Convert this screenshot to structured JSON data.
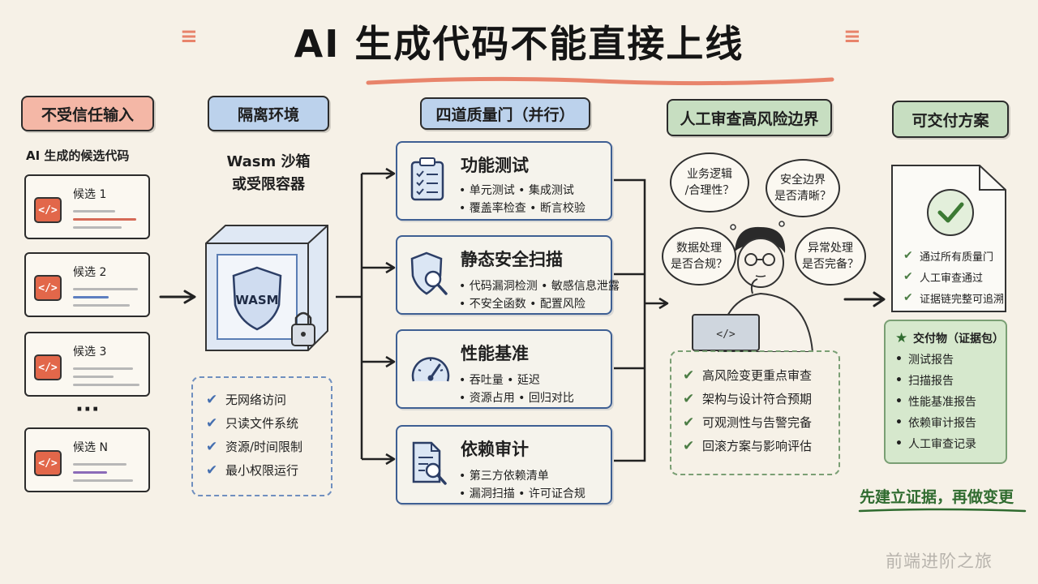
{
  "title": "AI 生成代码不能直接上线",
  "columns": {
    "untrusted": {
      "header": "不受信任输入",
      "subtitle": "AI 生成的候选代码",
      "candidates": [
        "候选 1",
        "候选 2",
        "候选 3",
        "候选 N"
      ],
      "ellipsis": "···",
      "icon_text": "</>"
    },
    "isolation": {
      "header": "隔离环境",
      "line1": "Wasm 沙箱",
      "line2": "或受限容器",
      "shield_text": "WASM",
      "rules": [
        "无网络访问",
        "只读文件系统",
        "资源/时间限制",
        "最小权限运行"
      ]
    },
    "gates": {
      "header": "四道质量门（并行）",
      "items": [
        {
          "title": "功能测试",
          "line1": "• 单元测试   • 集成测试",
          "line2": "• 覆盖率检查 • 断言校验",
          "icon": "clipboard-checklist-icon"
        },
        {
          "title": "静态安全扫描",
          "line1": "• 代码漏洞检测 • 敏感信息泄露",
          "line2": "• 不安全函数   • 配置风险",
          "icon": "shield-magnifier-icon"
        },
        {
          "title": "性能基准",
          "line1": "• 吞吐量     • 延迟",
          "line2": "• 资源占用   • 回归对比",
          "icon": "speedometer-icon"
        },
        {
          "title": "依赖审计",
          "line1": "• 第三方依赖清单",
          "line2": "• 漏洞扫描  • 许可证合规",
          "icon": "document-magnifier-icon"
        }
      ]
    },
    "review": {
      "header": "人工审查高风险边界",
      "bubbles": [
        "业务逻辑\n/合理性？",
        "安全边界\n是否清晰？",
        "数据处理\n是否合规？",
        "异常处理\n是否完备？"
      ],
      "laptop_text": "</>",
      "checks": [
        "高风险变更重点审查",
        "架构与设计符合预期",
        "可观测性与告警完备",
        "回滚方案与影响评估"
      ]
    },
    "deliverable": {
      "header": "可交付方案",
      "passed": [
        "通过所有质量门",
        "人工审查通过",
        "证据链完整可追溯"
      ],
      "bundle_title": "交付物（证据包）",
      "bundle_items": [
        "测试报告",
        "扫描报告",
        "性能基准报告",
        "依赖审计报告",
        "人工审查记录"
      ]
    }
  },
  "slogan": "先建立证据，再做变更",
  "watermark": "前端进阶之旅",
  "colors": {
    "background": "#f6f1e7",
    "red_header": "#f4b7a6",
    "blue_header": "#bcd2ec",
    "green_header": "#c7dec1",
    "code_icon": "#e2674a",
    "gate_border": "#3e5f93",
    "deliverable_fill": "#d6e8cd"
  }
}
